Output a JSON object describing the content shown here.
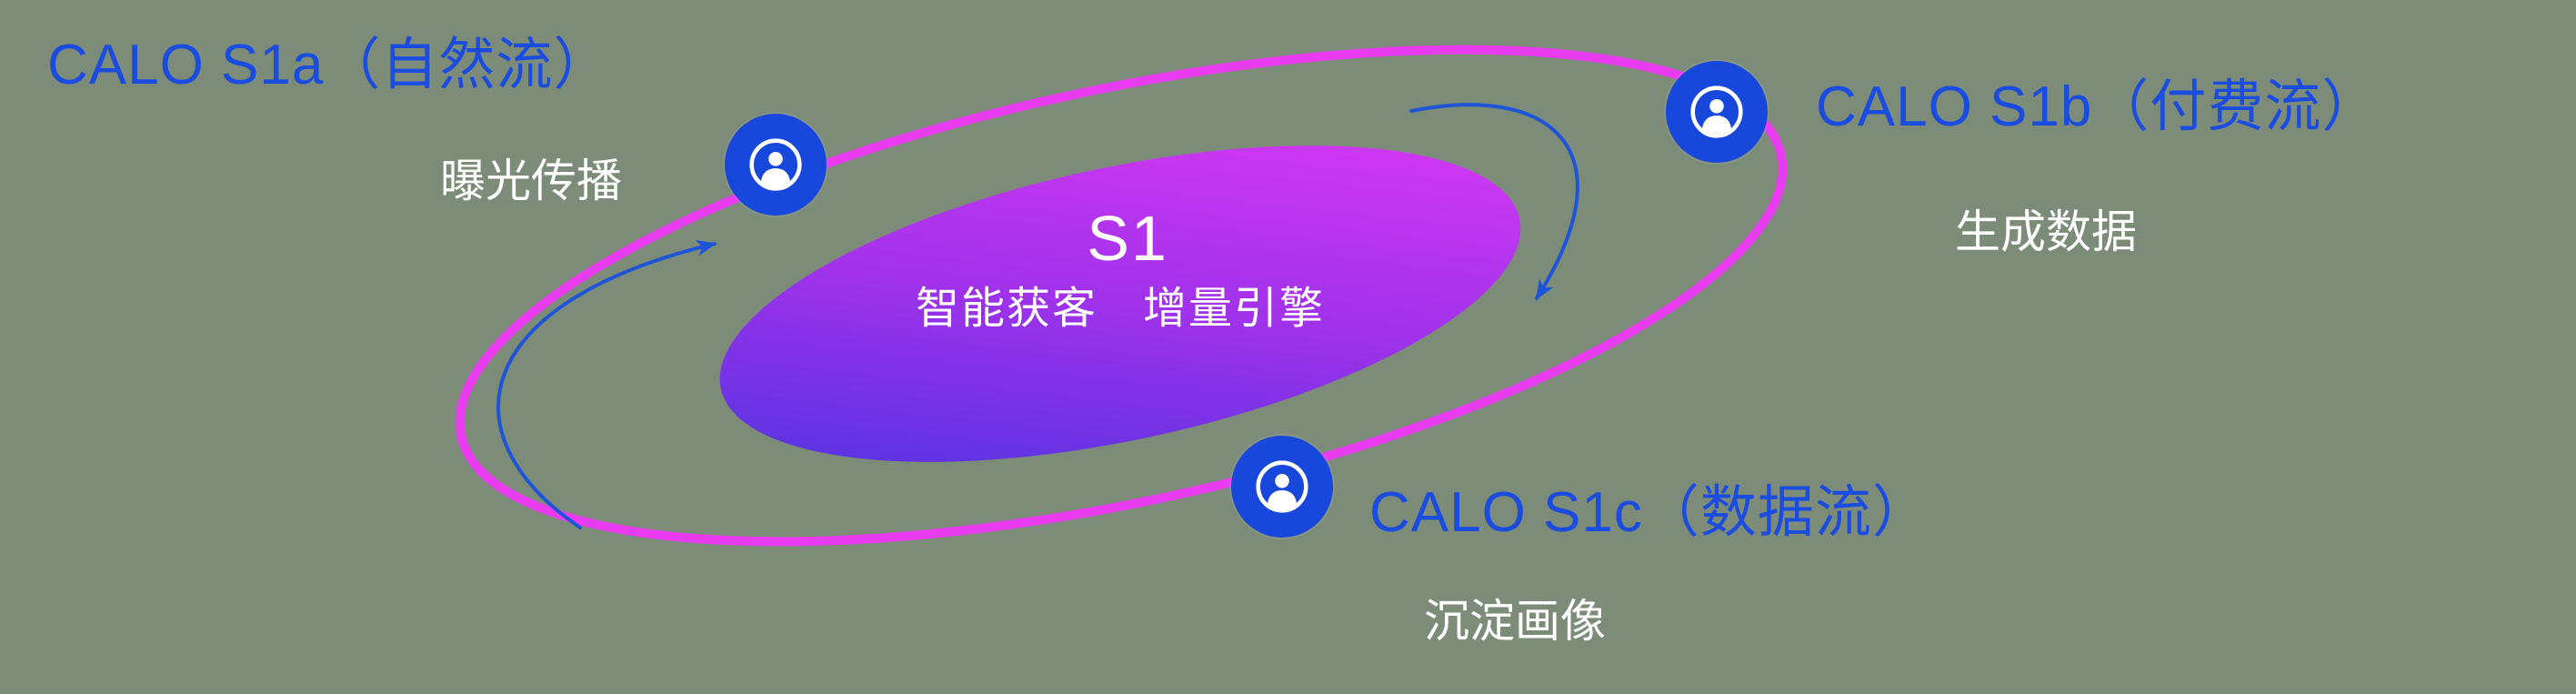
{
  "diagram": {
    "background_color": "#7c8c79",
    "colors": {
      "accent_blue": "#1b4ce0",
      "ring_magenta": "#e93cf0",
      "core_gradient_start": "#4334de",
      "core_gradient_mid": "#a032ea",
      "core_gradient_end": "#e03af6",
      "node_blue": "#1847dc",
      "arrow_blue": "#1e55d8",
      "text_white": "#ffffff"
    },
    "center": {
      "title": "S1",
      "subtitle": "智能获客　增量引擎"
    },
    "nodes": [
      {
        "id": "s1a",
        "title": "CALO S1a（自然流）",
        "subtitle": "曝光传播",
        "icon": "user-circle-icon"
      },
      {
        "id": "s1b",
        "title": "CALO S1b（付费流）",
        "subtitle": "生成数据",
        "icon": "user-circle-icon"
      },
      {
        "id": "s1c",
        "title": "CALO S1c（数据流）",
        "subtitle": "沉淀画像",
        "icon": "user-circle-icon"
      }
    ],
    "arrows": [
      {
        "id": "flow-arrow-left",
        "direction": "up-toward-s1a"
      },
      {
        "id": "flow-arrow-right",
        "direction": "down-toward-core"
      }
    ]
  }
}
